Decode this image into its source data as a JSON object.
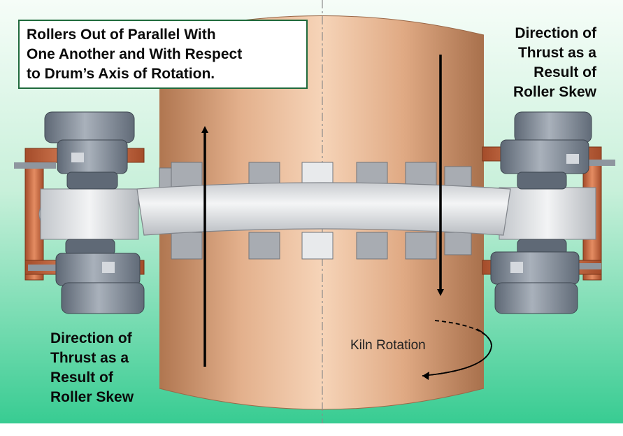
{
  "diagram": {
    "title_lines": [
      "Rollers Out of Parallel With",
      "One Another and With Respect",
      "to Drum’s Axis of Rotation."
    ],
    "right_thrust_lines": [
      "Direction of",
      "Thrust as a",
      "Result of",
      "Roller Skew"
    ],
    "left_thrust_lines": [
      "Direction of",
      "Thrust as a",
      "Result of",
      "Roller Skew"
    ],
    "rotation_label": "Kiln Rotation",
    "colors": {
      "background_top": "#eefaf2",
      "background_bottom": "#3ccf96",
      "drum_mid": "#f2c8a8",
      "drum_edge": "#b8805a",
      "tire": "#e4e6e8",
      "roller_housing": "#7d8794",
      "frame": "#c9683f",
      "title_border": "#1f6a3c",
      "arrow": "#000000"
    }
  }
}
